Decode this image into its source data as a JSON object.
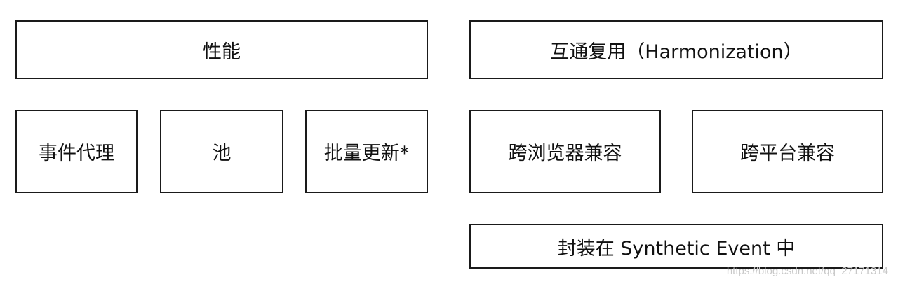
{
  "diagram": {
    "left": {
      "header": "性能",
      "items": [
        "事件代理",
        "池",
        "批量更新*"
      ]
    },
    "right": {
      "header": "互通复用（Harmonization）",
      "items": [
        "跨浏览器兼容",
        "跨平台兼容"
      ],
      "footer": "封装在 Synthetic Event 中"
    },
    "watermark": "https://blog.csdn.net/qq_27171314"
  }
}
